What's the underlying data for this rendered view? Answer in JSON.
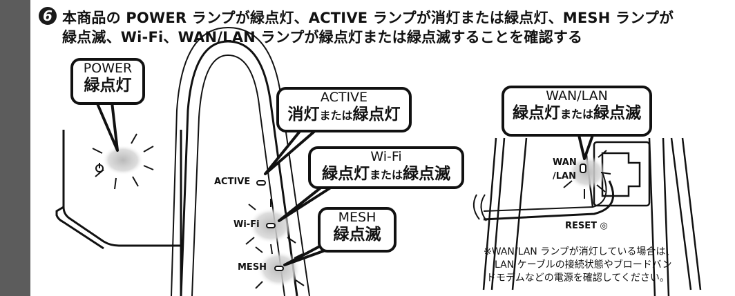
{
  "header": {
    "step_number": "6",
    "line1": "本商品の POWER ランプが緑点灯、ACTIVE ランプが消灯または緑点灯、MESH ランプが",
    "line2": "緑点滅、Wi-Fi、WAN/LAN ランプが緑点灯または緑点滅することを確認する"
  },
  "callouts": {
    "power": {
      "name": "POWER",
      "state": "緑点灯"
    },
    "active": {
      "name": "ACTIVE",
      "state_a": "消灯",
      "conj": "または",
      "state_b": "緑点灯"
    },
    "wifi": {
      "name": "Wi-Fi",
      "state_a": "緑点灯",
      "conj": "または",
      "state_b": "緑点滅"
    },
    "mesh": {
      "name": "MESH",
      "state": "緑点滅"
    },
    "wanlan": {
      "name": "WAN/LAN",
      "state_a": "緑点灯",
      "conj": "または",
      "state_b": "緑点滅"
    }
  },
  "device_labels": {
    "active": "ACTIVE",
    "wifi": "Wi-Fi",
    "mesh": "MESH",
    "wan": "WAN",
    "lan": "/LAN",
    "reset": "RESET ◎"
  },
  "note": {
    "line1": "※WAN/LAN ランプが消灯している場合は、",
    "line2": "LAN ケーブルの接続状態やブロードバン",
    "line3": "ドモデムなどの電源を確認してください。"
  },
  "colors": {
    "side_bar": "#5c5c5c",
    "ink": "#111111",
    "glow": "#c8c8c8"
  }
}
